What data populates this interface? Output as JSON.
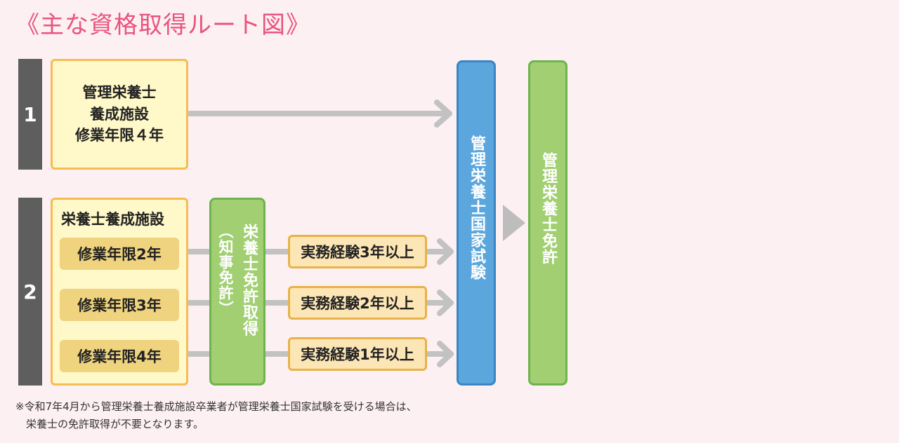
{
  "title": "《主な資格取得ルート図》",
  "route1": {
    "number": "1",
    "lines": [
      "管理栄養士",
      "養成施設",
      "修業年限４年"
    ]
  },
  "route2": {
    "number": "2",
    "heading": "栄養士養成施設",
    "years": [
      "修業年限2年",
      "修業年限3年",
      "修業年限4年"
    ],
    "license": "栄養士免許取得",
    "license_note": "（知事免許）",
    "experience": [
      "実務経験3年以上",
      "実務経験2年以上",
      "実務経験1年以上"
    ]
  },
  "exam": "管理栄養士国家試験",
  "final_license": "管理栄養士免許",
  "note_lines": [
    "※令和7年4月から管理栄養士養成施設卒業者が管理栄養士国家試験を受ける場合は、",
    "　栄養士の免許取得が不要となります。"
  ],
  "colors": {
    "title": "#e8547e",
    "background": "#fdf0f3",
    "exam_blue": "#5ba6dc",
    "license_green": "#a1cf72",
    "arrow_gray": "#c2c2c2"
  }
}
